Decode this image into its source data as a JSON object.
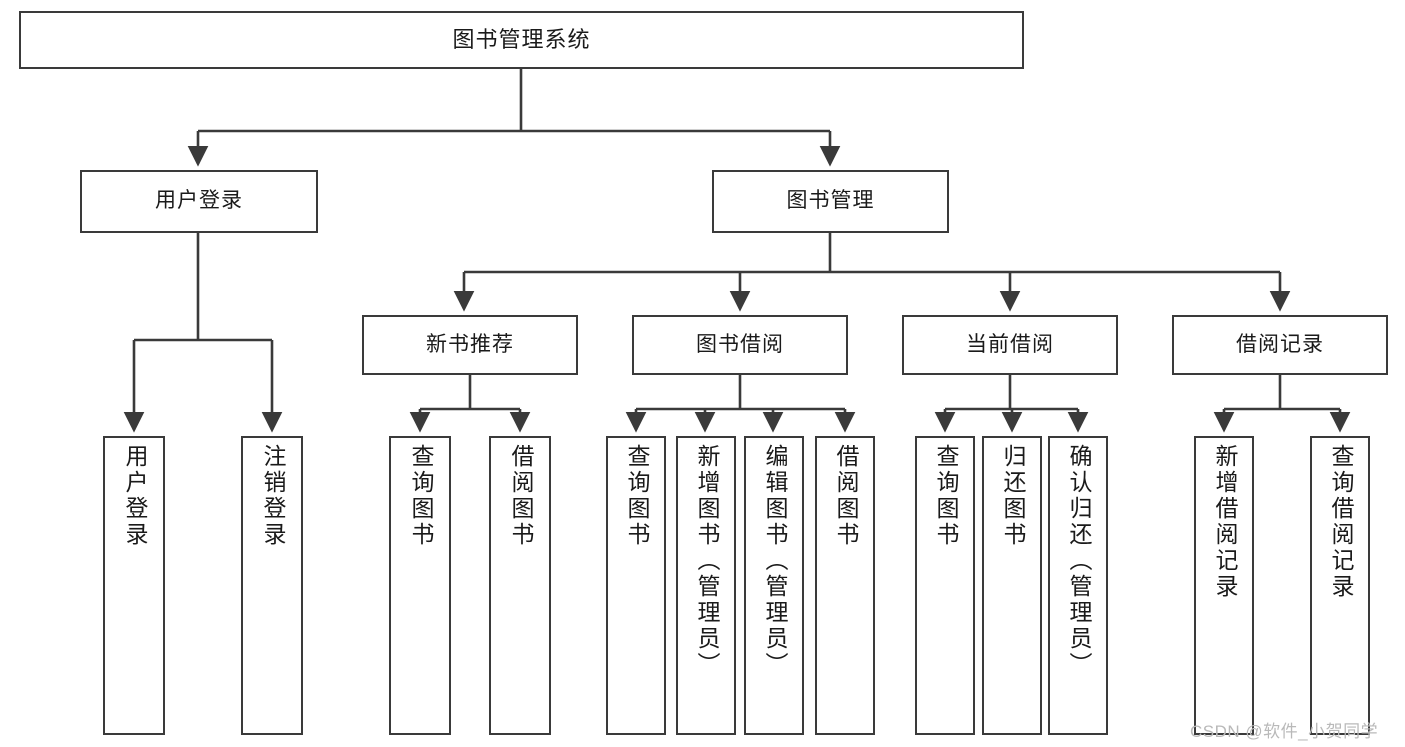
{
  "diagram": {
    "title": "图书管理系统",
    "watermark": "CSDN @软件_小贺同学",
    "line_color": "#3a3a3a",
    "box_fill": "#ffffff",
    "text_color": "#1a1a1a",
    "watermark_color": "#b9b9b9",
    "type": "tree",
    "levels": 4
  },
  "nodes": {
    "root": {
      "label": "图书管理系统"
    },
    "level1": [
      {
        "label": "用户登录"
      },
      {
        "label": "图书管理"
      }
    ],
    "level2": [
      {
        "label": "新书推荐"
      },
      {
        "label": "图书借阅"
      },
      {
        "label": "当前借阅"
      },
      {
        "label": "借阅记录"
      }
    ],
    "leaves": {
      "user_login": [
        {
          "label": "用户登录"
        },
        {
          "label": "注销登录"
        }
      ],
      "new_book": [
        {
          "label": "查询图书"
        },
        {
          "label": "借阅图书"
        }
      ],
      "book_borrow": [
        {
          "label": "查询图书"
        },
        {
          "label": "新增图书（管理员）"
        },
        {
          "label": "编辑图书（管理员）"
        },
        {
          "label": "借阅图书"
        }
      ],
      "current_borrow": [
        {
          "label": "查询图书"
        },
        {
          "label": "归还图书"
        },
        {
          "label": "确认归还（管理员）"
        }
      ],
      "borrow_record": [
        {
          "label": "新增借阅记录"
        },
        {
          "label": "查询借阅记录"
        }
      ]
    }
  },
  "chart_data": {
    "type": "table",
    "title": "图书管理系统 功能结构图",
    "hierarchy": [
      {
        "name": "图书管理系统",
        "children": [
          {
            "name": "用户登录",
            "children": [
              {
                "name": "用户登录"
              },
              {
                "name": "注销登录"
              }
            ]
          },
          {
            "name": "图书管理",
            "children": [
              {
                "name": "新书推荐",
                "children": [
                  {
                    "name": "查询图书"
                  },
                  {
                    "name": "借阅图书"
                  }
                ]
              },
              {
                "name": "图书借阅",
                "children": [
                  {
                    "name": "查询图书"
                  },
                  {
                    "name": "新增图书（管理员）"
                  },
                  {
                    "name": "编辑图书（管理员）"
                  },
                  {
                    "name": "借阅图书"
                  }
                ]
              },
              {
                "name": "当前借阅",
                "children": [
                  {
                    "name": "查询图书"
                  },
                  {
                    "name": "归还图书"
                  },
                  {
                    "name": "确认归还（管理员）"
                  }
                ]
              },
              {
                "name": "借阅记录",
                "children": [
                  {
                    "name": "新增借阅记录"
                  },
                  {
                    "name": "查询借阅记录"
                  }
                ]
              }
            ]
          }
        ]
      }
    ]
  }
}
